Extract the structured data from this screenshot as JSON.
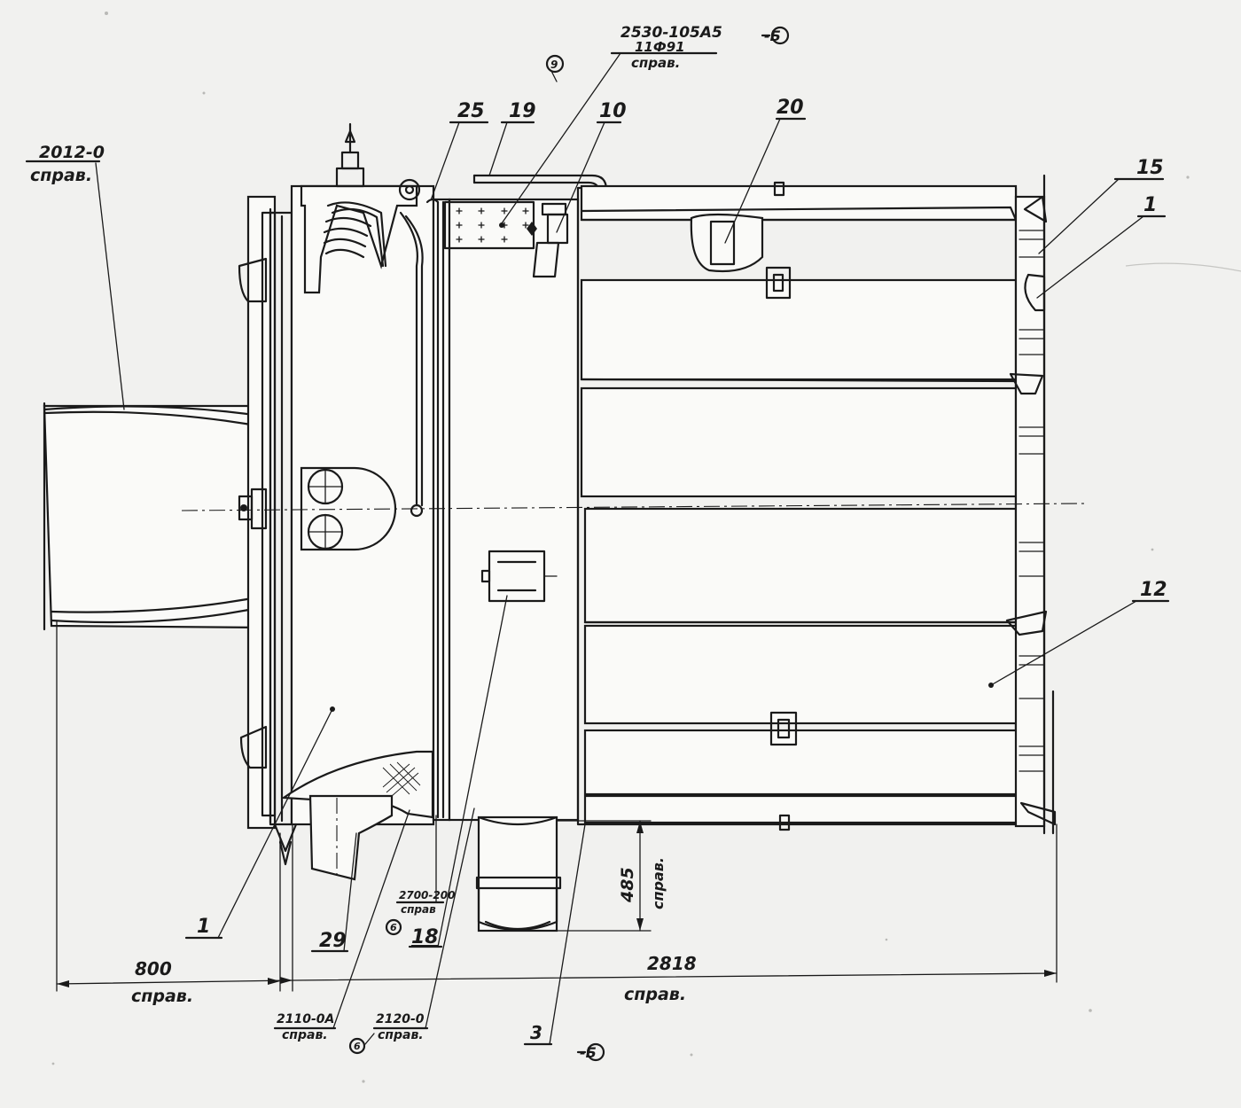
{
  "labels": {
    "ref_2012": "2012-0",
    "ref_2012_sub": "справ.",
    "ref_2530": "2530-105А5",
    "ref_2530_mid": "11Ф91",
    "ref_2530_sub": "справ.",
    "circ_top_left": "9",
    "circ_top_right": "-Б",
    "pos_25": "25",
    "pos_19": "19",
    "pos_10": "10",
    "pos_20": "20",
    "pos_15": "15",
    "pos_1_right": "1",
    "pos_12": "12",
    "pos_1_left": "1",
    "pos_29": "29",
    "pos_18": "18",
    "pos_3": "3",
    "ref_2700": "2700-200",
    "ref_2700_sub": "справ",
    "circ_6_a": "6",
    "ref_2110": "2110-0А",
    "ref_2110_sub": "справ.",
    "circ_6_b": "6",
    "ref_2120": "2120-0",
    "ref_2120_sub": "справ.",
    "circ_bottom": "-Б",
    "dim_485": "485",
    "dim_485_sub": "справ.",
    "dim_800": "800",
    "dim_800_sub": "справ.",
    "dim_2818": "2818",
    "dim_2818_sub": "справ."
  }
}
